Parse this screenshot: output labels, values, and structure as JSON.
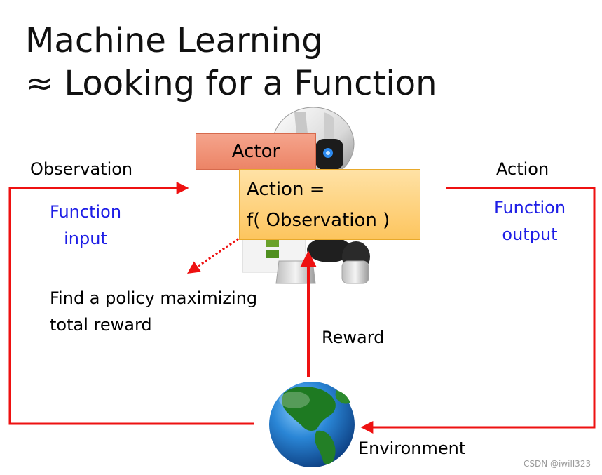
{
  "title": {
    "line1": "Machine Learning",
    "line2": "≈ Looking for a Function"
  },
  "actor": {
    "label": "Actor",
    "formula_line1": "Action =",
    "formula_line2": "f( Observation )"
  },
  "observation": {
    "label": "Observation",
    "note_line1": "Function",
    "note_line2": "input"
  },
  "action": {
    "label": "Action",
    "note_line1": "Function",
    "note_line2": "output"
  },
  "policy": {
    "line1": "Find a policy maximizing",
    "line2": "total reward"
  },
  "reward": {
    "label": "Reward"
  },
  "environment": {
    "label": "Environment"
  },
  "watermark": "CSDN @iwill323",
  "colors": {
    "arrow": "#ee1111",
    "note_text": "#1e1ee6",
    "actor_fill": "#f29678",
    "function_fill": "#fdd282",
    "globe_ocean": "#1f6fc4",
    "globe_land": "#1e7a22"
  },
  "icons": {
    "actor": "robot-icon",
    "environment": "globe-icon"
  }
}
